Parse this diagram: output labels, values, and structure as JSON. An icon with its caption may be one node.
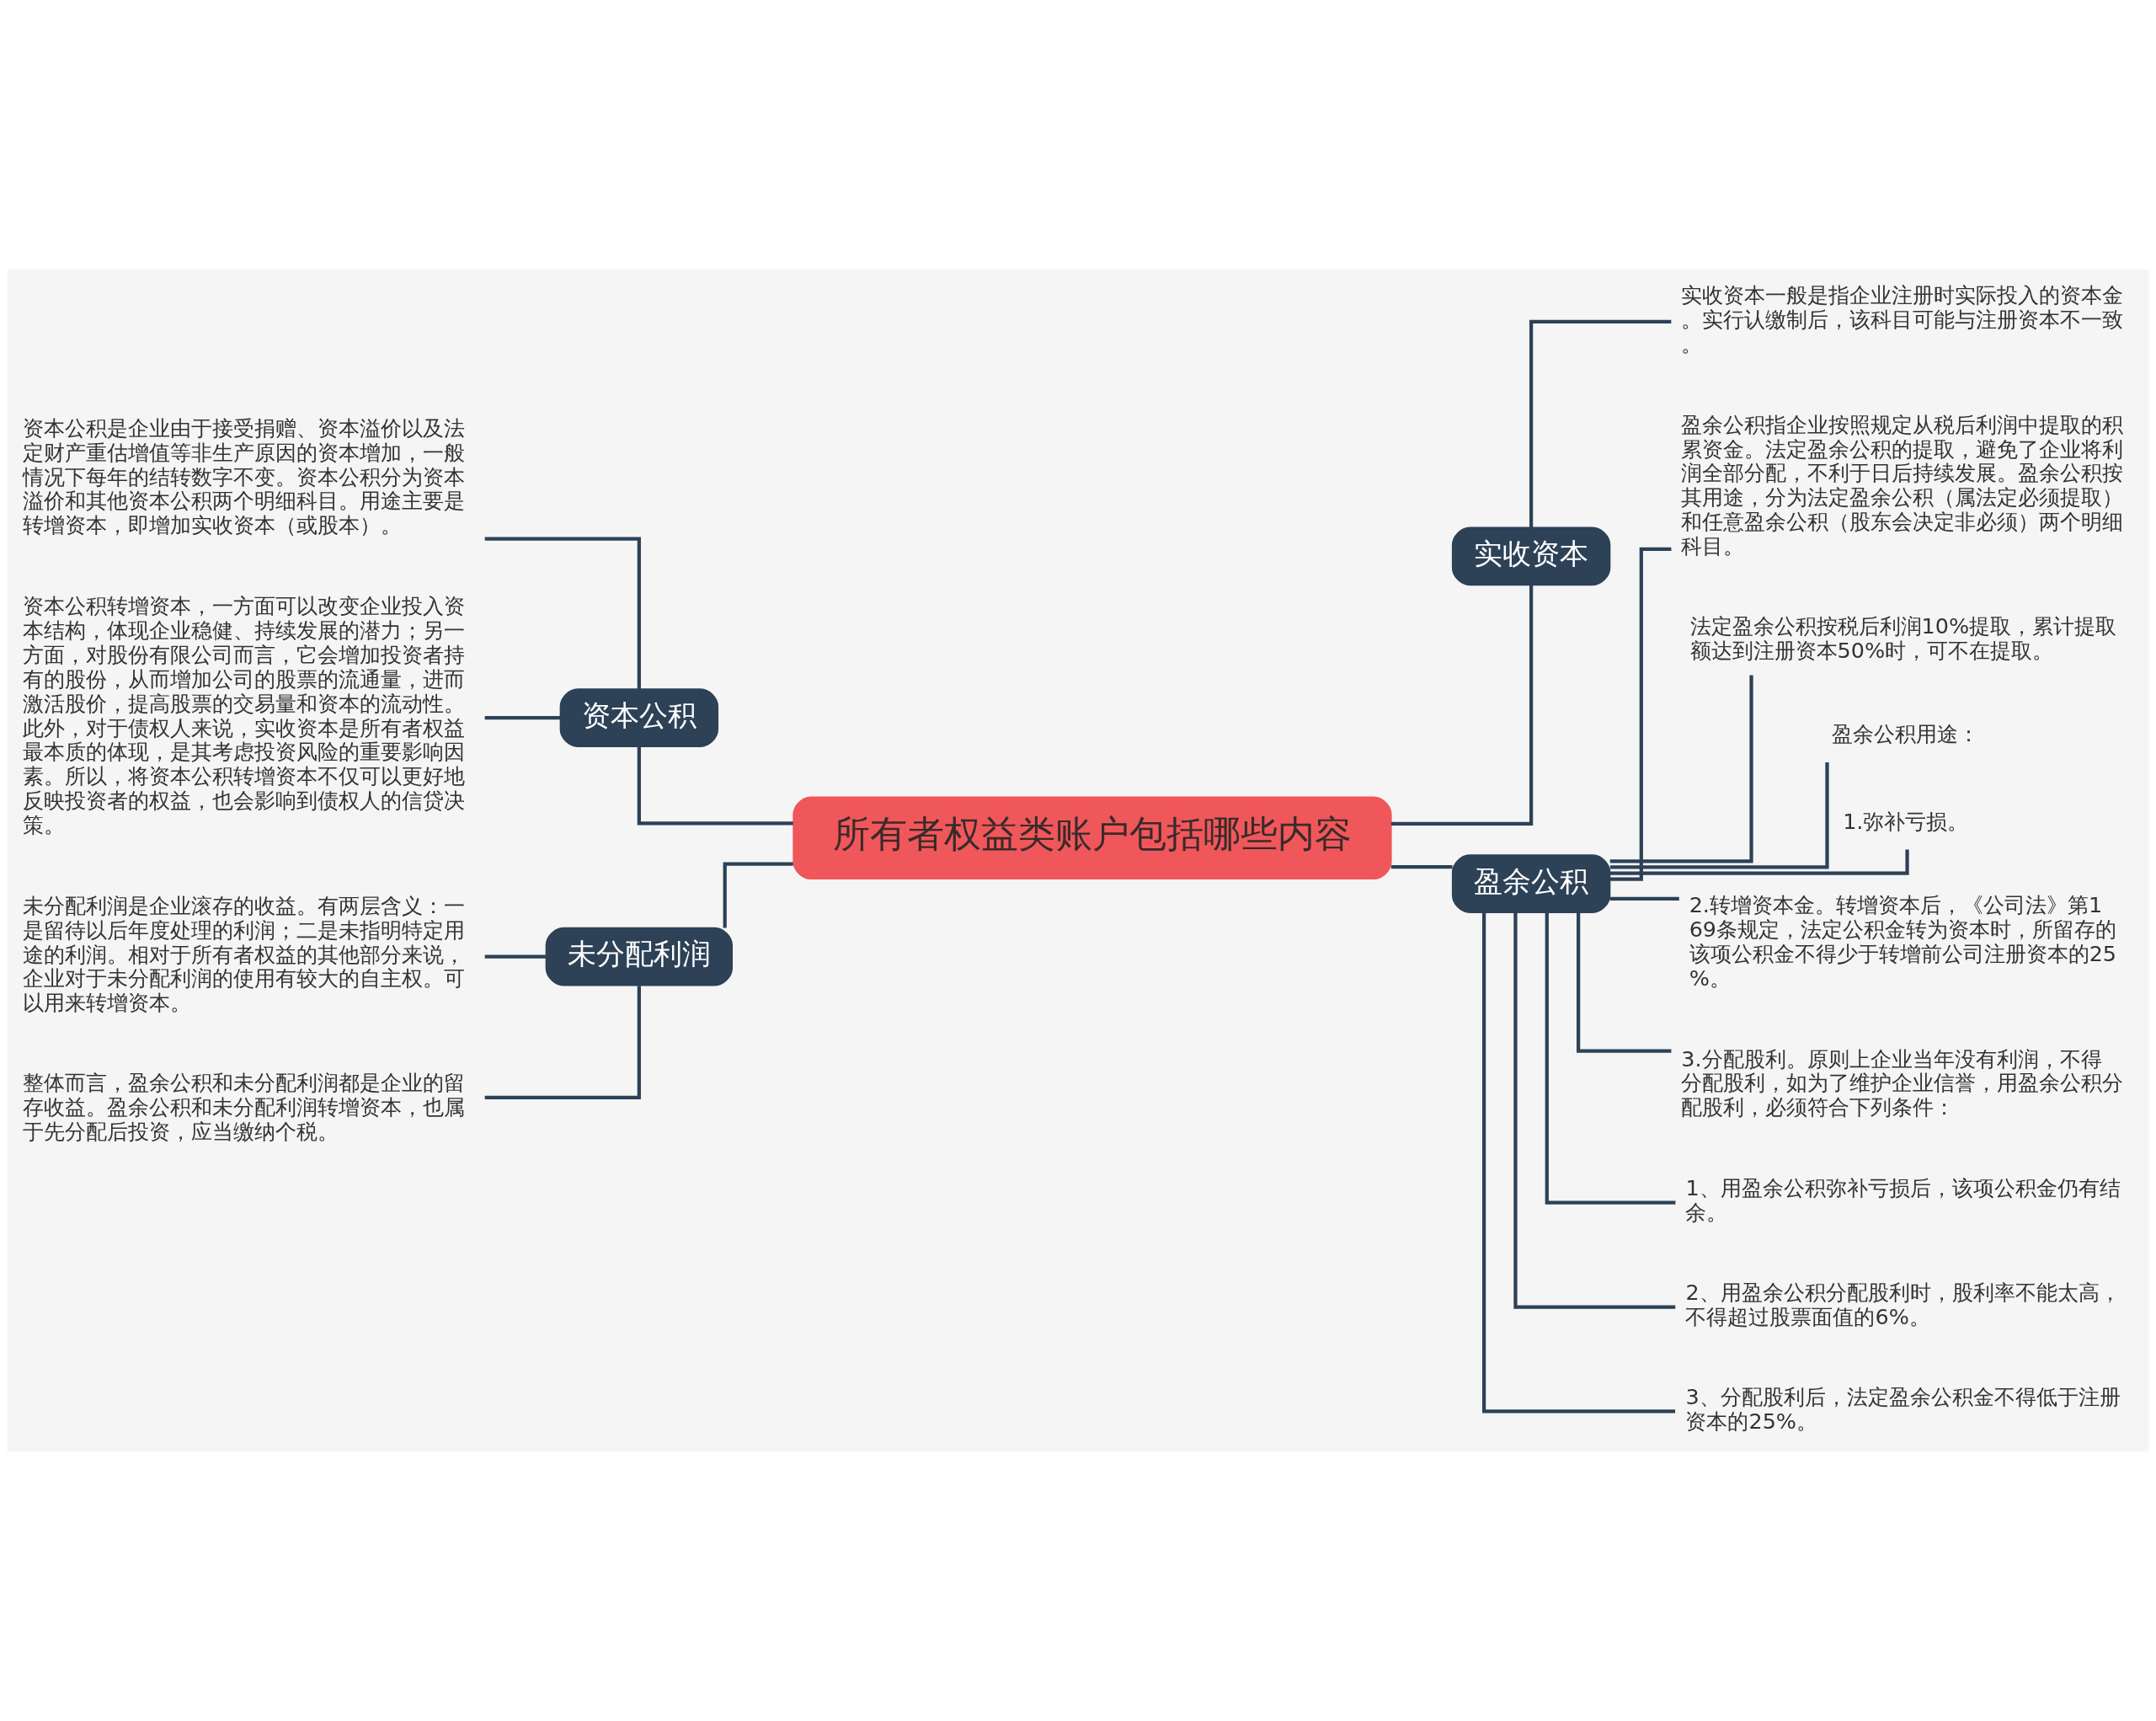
{
  "diagram": {
    "nodes": [
      {
        "text": [
          "所有者权益类账户包括哪些内容"
        ]
      },
      {
        "text": [
          "资本公积"
        ]
      },
      {
        "text": [
          "资本公积是企业由于接受捐赠、资本溢价以及法定财产重估增值等非生产原因的资本增加，一般情况下每年的结转数字不变。资本公积分为资本溢价和其他资本公积两个明细科目。用途主要是转增资本，即增加实收资本（或股本）。"
        ]
      },
      {
        "text": [
          "资本公积转增资本，一方面可以改变企业投入资本结构，体现企业稳健、持续发展的潜力；另一方面，对股份有限公司而言，它会增加投资者持有的股份，从而增加公司的股票的流通量，进而激活股价，提高股票的交易量和资本的流动性。此外，对于债权人来说，实收资本是所有者权益最本质的体现，是其考虑投资风险的重要影响因素。所以，将资本公积转增资本不仅可以更好地反映投资者的权益，也会影响到债权人的信贷决策。"
        ]
      },
      {
        "text": [
          "未分配利润"
        ]
      },
      {
        "text": [
          "未分配利润是企业滚存的收益。有两层含义：一是留待以后年度处理的利润；二是未指明特定用途的利润。相对于所有者权益的其他部分来说，企业对于未分配利润的使用有较大的自主权。可以用来转增资本。"
        ]
      },
      {
        "text": [
          "整体而言，盈余公积和未分配利润都是企业的留存收益。盈余公积和未分配利润转增资本，也属于先分配后投资，应当缴纳个税。"
        ]
      },
      {
        "text": [
          "实收资本"
        ]
      },
      {
        "text": [
          "实收资本一般是指企业注册时实际投入的资本金。实行认缴制后，该科目可能与注册资本不一致。"
        ]
      },
      {
        "text": [
          "盈余公积"
        ]
      },
      {
        "text": [
          "盈余公积指企业按照规定从税后利润中提取的积累资金。法定盈余公积的提取，避免了企业将利润全部分配，不利于日后持续发展。盈余公积按其用途，分为法定盈余公积（属法定必须提取）和任意盈余公积（股东会决定非必须）两个明细科目。"
        ]
      },
      {
        "text": [
          "法定盈余公积按税后利润10%提取，累计提取额达到注册资本50%时，可不在提取。"
        ]
      },
      {
        "text": [
          "盈余公积用途："
        ]
      },
      {
        "text": [
          "1.弥补亏损。"
        ]
      },
      {
        "text": [
          "2.转增资本金。转增资本后，《公司法》第169条规定，法定公积金转为资本时，所留存的该项公积金不得少于转增前公司注册资本的25%。"
        ]
      },
      {
        "text": [
          "3.分配股利。原则上企业当年没有利润，不得分配股利，如为了维护企业信誉，用盈余公积分配股利，必须符合下列条件："
        ]
      },
      {
        "text": [
          "1、用盈余公积弥补亏损后，该项公积金仍有结余。"
        ]
      },
      {
        "text": [
          "2、用盈余公积分配股利时，股利率不能太高，不得超过股票面值的6%。"
        ]
      },
      {
        "text": [
          "3、分配股利后，法定盈余公积金不得低于注册资本的25%。"
        ]
      }
    ],
    "edges": [
      {
        "from": 0,
        "to": 1,
        "arrow": "none"
      },
      {
        "from": 1,
        "to": 2,
        "arrow": "none"
      },
      {
        "from": 1,
        "to": 3,
        "arrow": "none"
      },
      {
        "from": 0,
        "to": 4,
        "arrow": "none"
      },
      {
        "from": 4,
        "to": 5,
        "arrow": "none"
      },
      {
        "from": 4,
        "to": 6,
        "arrow": "none"
      },
      {
        "from": 0,
        "to": 7,
        "arrow": "none"
      },
      {
        "from": 7,
        "to": 8,
        "arrow": "none"
      },
      {
        "from": 0,
        "to": 9,
        "arrow": "none"
      },
      {
        "from": 9,
        "to": 10,
        "arrow": "none"
      },
      {
        "from": 9,
        "to": 11,
        "arrow": "none"
      },
      {
        "from": 9,
        "to": 12,
        "arrow": "none"
      },
      {
        "from": 9,
        "to": 13,
        "arrow": "none"
      },
      {
        "from": 9,
        "to": 14,
        "arrow": "none"
      },
      {
        "from": 9,
        "to": 15,
        "arrow": "none"
      },
      {
        "from": 9,
        "to": 16,
        "arrow": "none"
      },
      {
        "from": 9,
        "to": 17,
        "arrow": "none"
      },
      {
        "from": 9,
        "to": 18,
        "arrow": "none"
      }
    ]
  }
}
